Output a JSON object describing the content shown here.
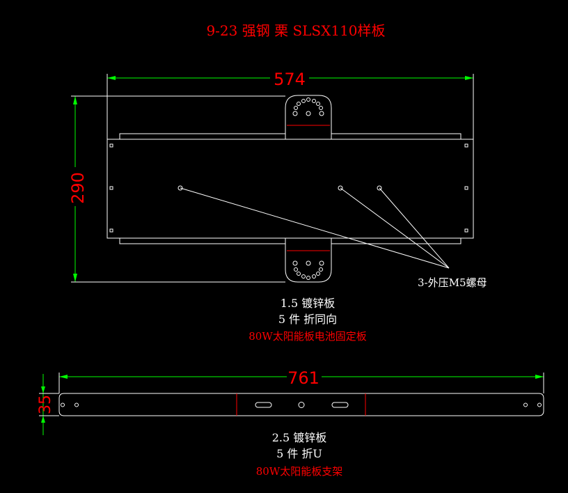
{
  "title": "9-23 强钢 栗 SLSX110样板",
  "colors": {
    "background": "#000000",
    "outline": "#ffffff",
    "dimension": "#00ff00",
    "annotation": "#ff0000"
  },
  "part1": {
    "dim_width": "574",
    "dim_height": "290",
    "leader_note": "3-外压M5螺母",
    "material": "1.5 镀锌板",
    "quantity": "5 件 折同向",
    "name": "80W太阳能板电池固定板"
  },
  "part2": {
    "dim_width": "761",
    "dim_height": "35",
    "material": "2.5 镀锌板",
    "quantity": "5 件 折U",
    "name": "80W太阳能板支架"
  }
}
